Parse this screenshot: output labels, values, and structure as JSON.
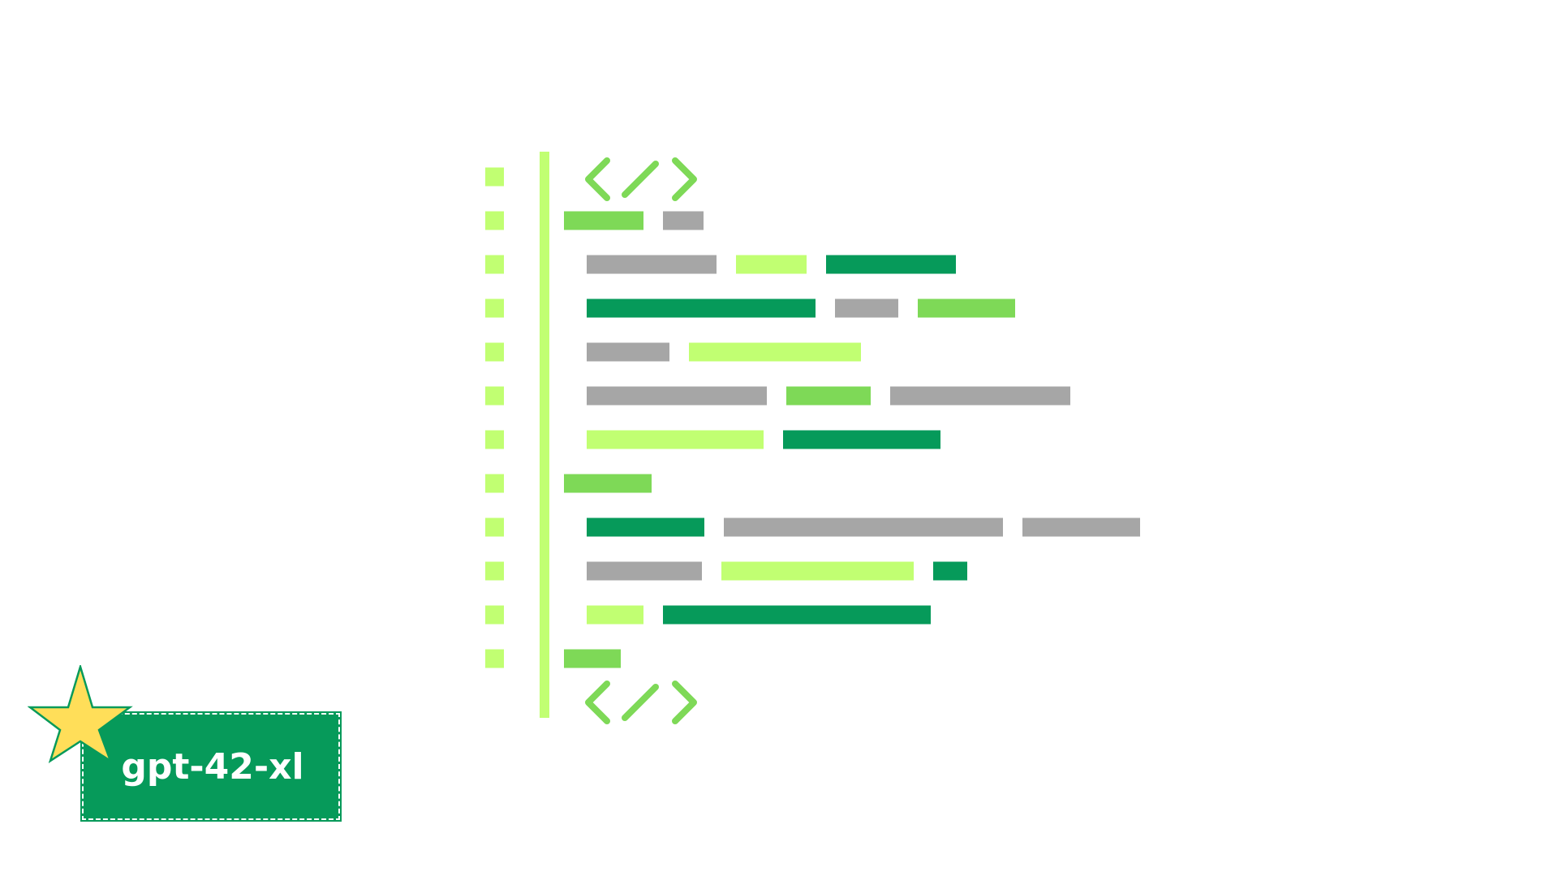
{
  "colors": {
    "dark_green": "#069a5a",
    "mid_green": "#7ed957",
    "light_green": "#c1ff72",
    "gray": "#a6a6a6",
    "star_fill": "#ffde59",
    "star_stroke": "#069a5a",
    "badge_fill": "#069a5a",
    "badge_text": "#ffffff"
  },
  "icons": {
    "top_code_icon": "code-brackets-icon",
    "bottom_code_icon": "code-brackets-icon",
    "badge_star": "star-icon"
  },
  "code_lines": [
    {
      "indent": 0,
      "segments": [
        {
          "color": "mid_green",
          "length": 0.98
        },
        {
          "color": "gray",
          "length": 0.5
        }
      ]
    },
    {
      "indent": 1,
      "segments": [
        {
          "color": "gray",
          "length": 1.6
        },
        {
          "color": "light_green",
          "length": 0.87
        },
        {
          "color": "dark_green",
          "length": 1.6
        }
      ]
    },
    {
      "indent": 1,
      "segments": [
        {
          "color": "dark_green",
          "length": 2.82
        },
        {
          "color": "gray",
          "length": 0.78
        },
        {
          "color": "mid_green",
          "length": 1.2
        }
      ]
    },
    {
      "indent": 1,
      "segments": [
        {
          "color": "gray",
          "length": 1.02
        },
        {
          "color": "light_green",
          "length": 2.12
        }
      ]
    },
    {
      "indent": 1,
      "segments": [
        {
          "color": "gray",
          "length": 2.22
        },
        {
          "color": "mid_green",
          "length": 1.04
        },
        {
          "color": "gray",
          "length": 2.22
        }
      ]
    },
    {
      "indent": 1,
      "segments": [
        {
          "color": "light_green",
          "length": 2.18
        },
        {
          "color": "dark_green",
          "length": 1.94
        }
      ]
    },
    {
      "indent": 0,
      "segments": [
        {
          "color": "mid_green",
          "length": 1.08
        }
      ]
    },
    {
      "indent": 1,
      "segments": [
        {
          "color": "dark_green",
          "length": 1.45
        },
        {
          "color": "gray",
          "length": 3.44
        },
        {
          "color": "gray",
          "length": 1.45
        }
      ]
    },
    {
      "indent": 1,
      "segments": [
        {
          "color": "gray",
          "length": 1.42
        },
        {
          "color": "light_green",
          "length": 2.37
        },
        {
          "color": "dark_green",
          "length": 0.42
        }
      ]
    },
    {
      "indent": 1,
      "segments": [
        {
          "color": "light_green",
          "length": 0.7
        },
        {
          "color": "dark_green",
          "length": 3.3
        }
      ]
    },
    {
      "indent": 0,
      "segments": [
        {
          "color": "mid_green",
          "length": 0.7
        }
      ]
    }
  ],
  "badge": {
    "label": "gpt-42-xl"
  }
}
